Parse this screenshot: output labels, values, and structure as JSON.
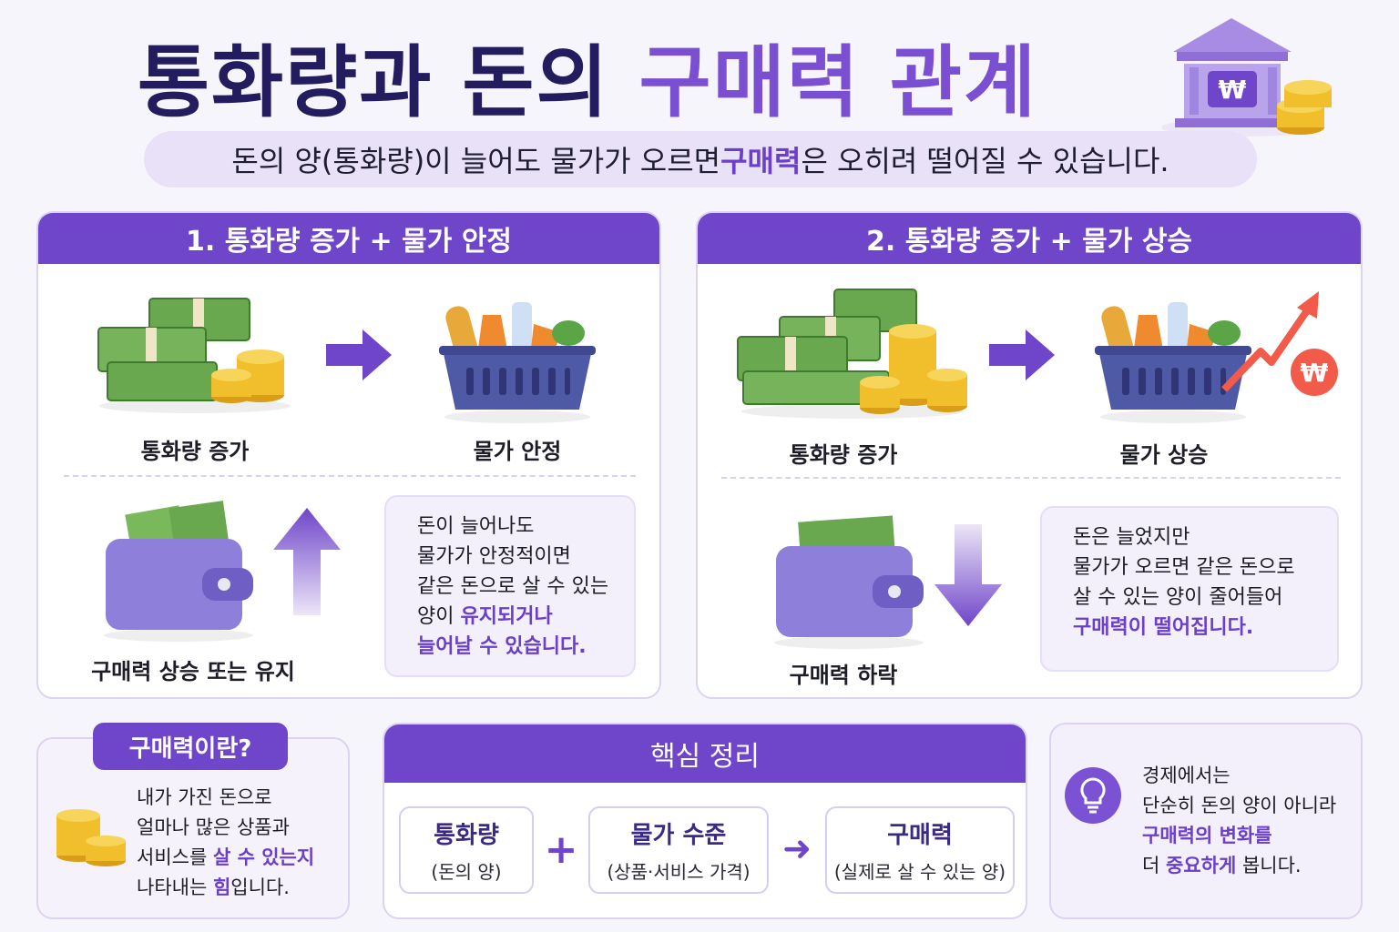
{
  "header": {
    "title_part1": "통화량과 돈의 ",
    "title_part2": "구매력 관계",
    "subtitle_part1": "돈의 양(통화량)이 늘어도 물가가 오르면 ",
    "subtitle_highlight": "구매력",
    "subtitle_part2": "은 오히려 떨어질 수 있습니다."
  },
  "icons": {
    "bank_symbol": "₩",
    "won_badge": "₩"
  },
  "case1": {
    "title": "1. 통화량 증가 + 물가 안정",
    "money_label": "통화량 증가",
    "basket_label": "물가 안정",
    "wallet_label": "구매력 상승 또는 유지",
    "note_line1": "돈이 늘어나도",
    "note_line2": "물가가 안정적이면",
    "note_line3": "같은 돈으로 살 수 있는",
    "note_line4a": "양이 ",
    "note_line4b": "유지되거나",
    "note_line5": "늘어날 수 있습니다."
  },
  "case2": {
    "title": "2. 통화량 증가 + 물가 상승",
    "money_label": "통화량 증가",
    "basket_label": "물가 상승",
    "wallet_label": "구매력 하락",
    "note_line1": "돈은 늘었지만",
    "note_line2": "물가가 오르면 같은 돈으로",
    "note_line3": "살 수 있는 양이 줄어들어",
    "note_line4": "구매력이 떨어집니다."
  },
  "definition": {
    "label": "구매력이란?",
    "line1": "내가 가진 돈으로",
    "line2": "얼마나 많은 상품과",
    "line3a": "서비스를 ",
    "line3b": "살 수 있는지",
    "line4a": "나타내는 ",
    "line4b": "힘",
    "line4c": "입니다."
  },
  "summary": {
    "title": "핵심 정리",
    "box1_title": "통화량",
    "box1_sub": "(돈의 양)",
    "op_plus": "+",
    "box2_title": "물가 수준",
    "box2_sub": "(상품·서비스 가격)",
    "op_arrow": "➜",
    "box3_title": "구매력",
    "box3_sub": "(실제로 살 수 있는 양)"
  },
  "tip": {
    "line1": "경제에서는",
    "line2": "단순히 돈의 양이 아니라",
    "line3": "구매력의 변화를",
    "line4a": "더 ",
    "line4b": "중요하게",
    "line4c": " 봅니다."
  },
  "colors": {
    "primary": "#6f45c9",
    "title_dark": "#231c5e",
    "accent_red": "#f25a4a",
    "coin": "#f2bf2c",
    "cash": "#6aa84f"
  }
}
